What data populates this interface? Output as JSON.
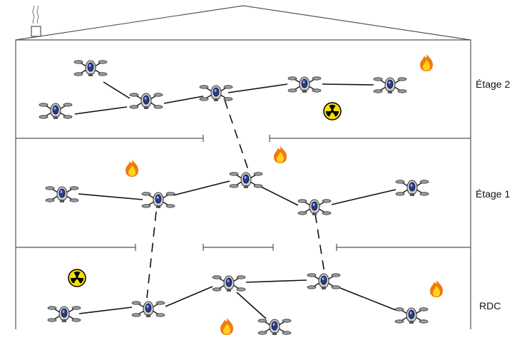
{
  "floors": [
    {
      "id": "etage2",
      "label": "Étage 2"
    },
    {
      "id": "etage1",
      "label": "Étage 1"
    },
    {
      "id": "rdc",
      "label": "RDC"
    }
  ],
  "icons": {
    "drone": "drone-icon",
    "fire": "fire-icon",
    "radiation": "radiation-icon"
  },
  "colors": {
    "outline": "#555555",
    "link": "#111111",
    "fire_outer": "#f07a10",
    "fire_inner": "#ffd21e",
    "radiation_fill": "#f6df00",
    "drone_body": "#2b3b8c"
  },
  "links": {
    "solid": "same-floor radio link",
    "dashed": "inter-floor radio link"
  }
}
